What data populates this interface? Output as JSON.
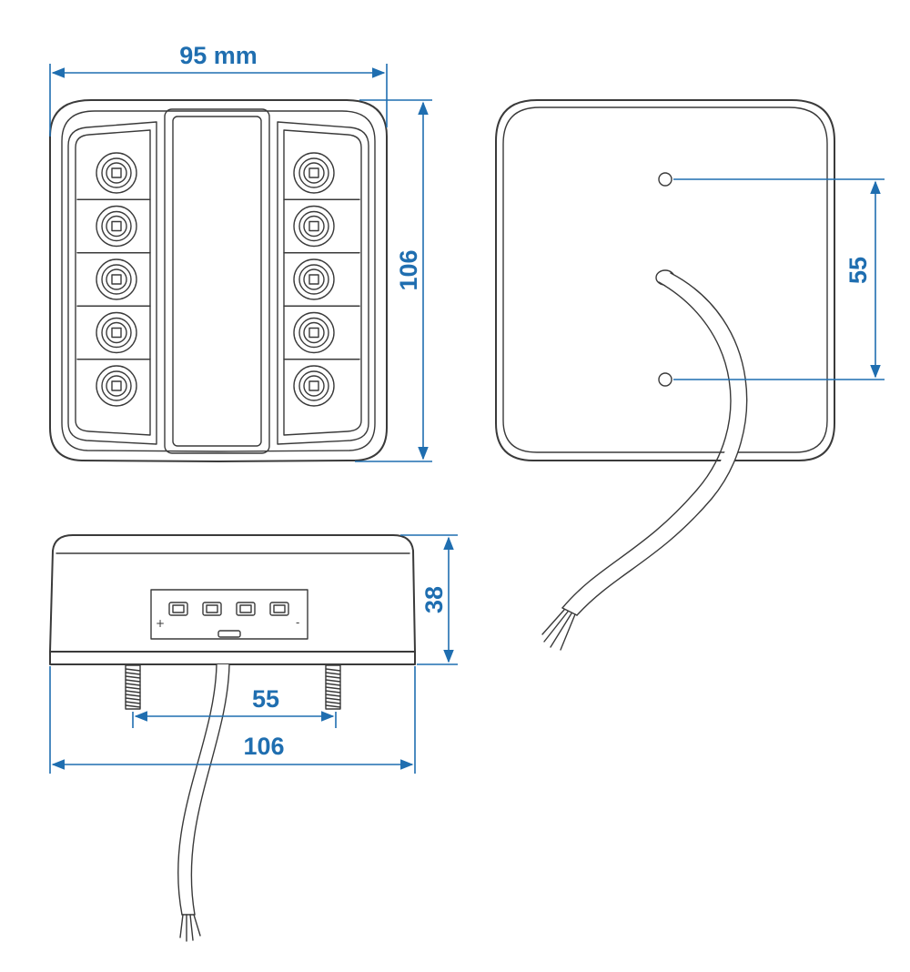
{
  "colors": {
    "dimension": "#1f6eb0",
    "line": "#3a3a3a",
    "background": "#ffffff"
  },
  "front_view": {
    "width_label": "95 mm",
    "height_label": "106",
    "led_count_per_column": 5,
    "led_columns": 2
  },
  "back_view": {
    "hole_spacing_label": "55"
  },
  "bottom_view": {
    "depth_label": "38",
    "stud_spacing_label": "55",
    "width_label": "106",
    "plus_sign": "+",
    "minus_sign": "-",
    "terminal_count": 4
  }
}
